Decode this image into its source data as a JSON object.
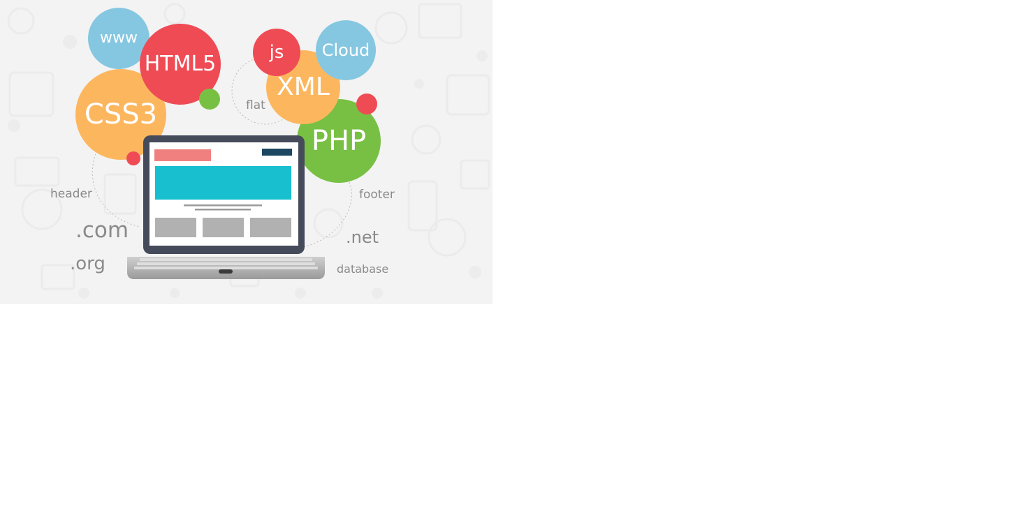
{
  "bubbles": {
    "www": "www",
    "html5": "HTML5",
    "css3": "CSS3",
    "js": "js",
    "cloud": "Cloud",
    "xml": "XML",
    "php": "PHP"
  },
  "terms": {
    "flat": "flat",
    "header": "header",
    "footer": "footer",
    "com": ".com",
    "org": ".org",
    "net": ".net",
    "database": "database"
  },
  "colors": {
    "background": "#f3f3f3",
    "blue": "#85c7e1",
    "red": "#ef4b55",
    "orange": "#fcb75e",
    "green": "#78c043",
    "laptop_frame": "#454b5b",
    "screen_header_bar": "#f08080",
    "screen_nav_bar": "#1c4761",
    "screen_hero": "#17bfcf",
    "screen_block": "#b1b1b1",
    "keyboard": "#c9c9c9"
  }
}
